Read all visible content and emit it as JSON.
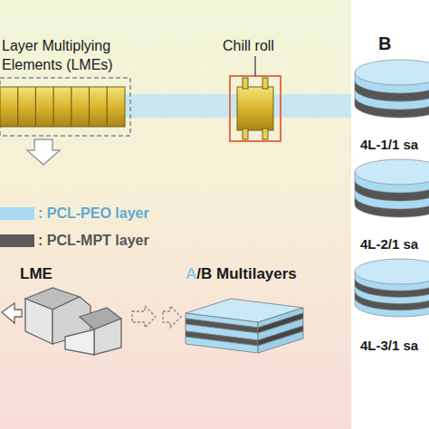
{
  "diagram": {
    "labels": [
      "Layer Multiplying Elements (LMEs)",
      "Chill roll",
      "B",
      "LME",
      "A",
      "/B Multilayers",
      "4L-1/1 sa",
      "4L-2/1 sa",
      "4L-3/1 sa"
    ],
    "legend": [
      {
        "text": ": PCL-PEO layer",
        "color": "#a9daf2"
      },
      {
        "text": ": PCL-MPT layer",
        "color": "#5a5a5a"
      }
    ]
  }
}
